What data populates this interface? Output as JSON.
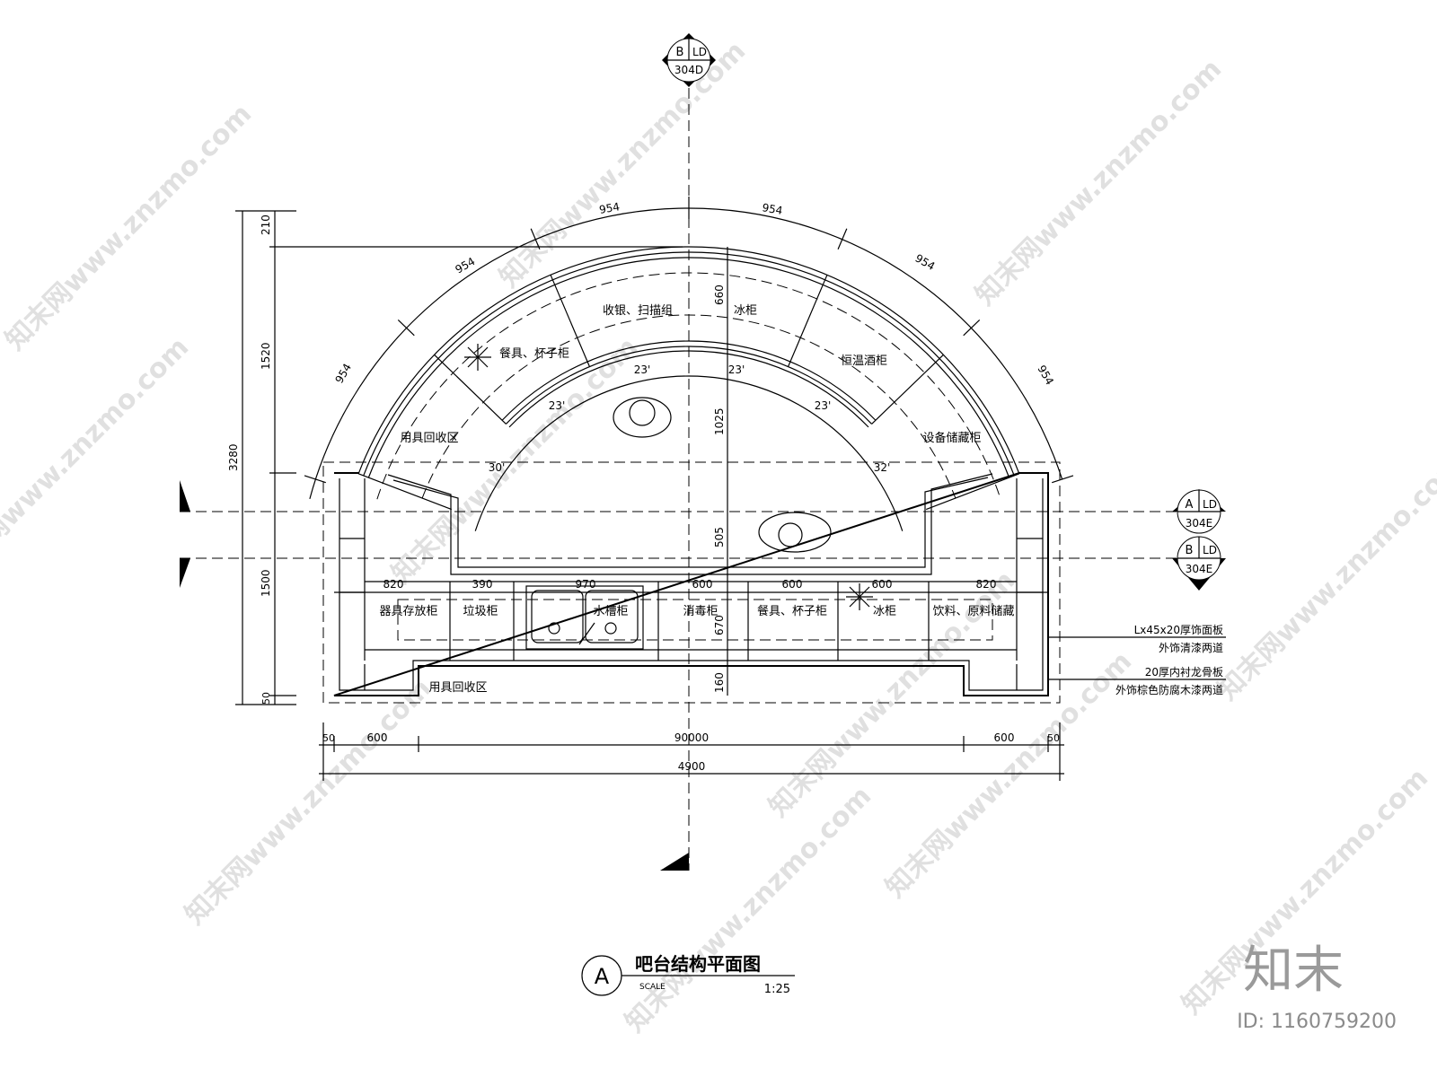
{
  "title": "吧台结构平面图",
  "title_marker": "A",
  "scale_label": "SCALE",
  "scale_value": "1:25",
  "arc_zones": [
    "用具回收区",
    "餐具、杯子柜",
    "收银、扫描组",
    "冰柜",
    "恒温酒柜",
    "设备储藏柜"
  ],
  "counter_zones": [
    "器具存放柜",
    "垃圾柜",
    "水槽柜",
    "消毒柜",
    "餐具、杯子柜",
    "冰柜",
    "饮料、原料储藏"
  ],
  "bottom_zone": "用具回收区",
  "arc_segment_dims": [
    "954",
    "954",
    "954",
    "954",
    "954",
    "954"
  ],
  "angles": [
    "30'",
    "23'",
    "23'",
    "23'",
    "23'",
    "32'"
  ],
  "counter_dims": [
    "820",
    "390",
    "970",
    "600",
    "600",
    "600",
    "820"
  ],
  "vertical_dims_left": [
    "210",
    "1520",
    "3280",
    "1500",
    "50"
  ],
  "vertical_dims_center": [
    "660",
    "1025",
    "505",
    "670",
    "160"
  ],
  "horizontal_dims": [
    "50",
    "600",
    "90000",
    "600",
    "50"
  ],
  "overall_width": "4900",
  "notes": [
    {
      "line1": "Lx45x20厚饰面板",
      "line2": "外饰清漆两道"
    },
    {
      "line1": "20厚内衬龙骨板",
      "line2": "外饰棕色防腐木漆两道"
    }
  ],
  "section_markers": [
    {
      "letter": "B",
      "code": "LD",
      "sheet": "304D"
    },
    {
      "letter": "A",
      "code": "LD",
      "sheet": "304E"
    },
    {
      "letter": "B",
      "code": "LD",
      "sheet": "304E"
    }
  ],
  "watermark": "知末网www.znzmo.com",
  "logo_text": "知末",
  "image_id": "ID: 1160759200"
}
